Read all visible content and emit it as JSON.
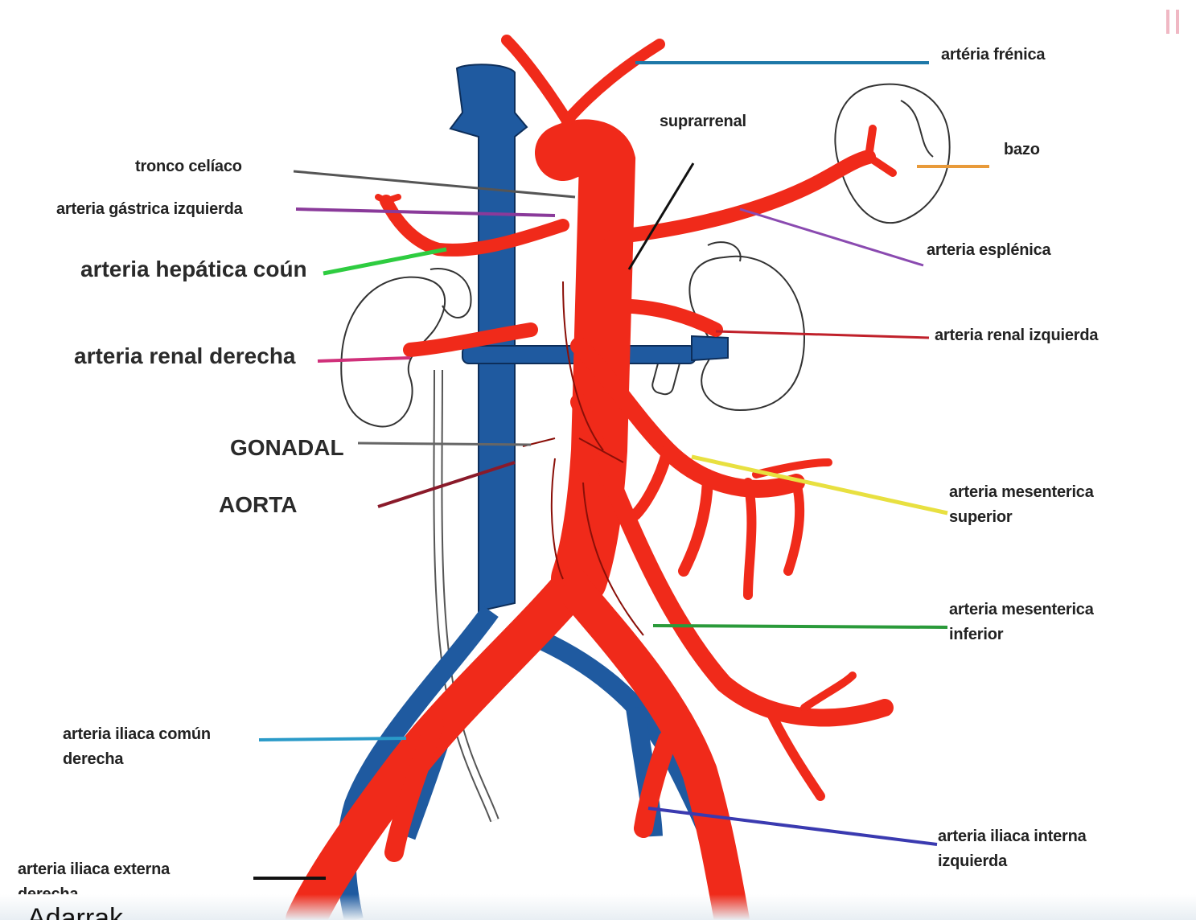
{
  "labels": {
    "arteria_frenica": "artéria frénica",
    "suprarrenal": "suprarrenal",
    "bazo": "bazo",
    "tronco_celiaco": "tronco celíaco",
    "arteria_gastrica_izquierda": "arteria gástrica izquierda",
    "arteria_hepatica_comun": "arteria hepática coún",
    "arteria_esplenica": "arteria esplénica",
    "arteria_renal_izquierda": "arteria renal izquierda",
    "arteria_renal_derecha": "arteria renal derecha",
    "gonadal": "GONADAL",
    "aorta": "AORTA",
    "arteria_mesenterica_superior": "arteria mesenterica superior",
    "arteria_mesenterica_inferior": "arteria mesenterica inferior",
    "arteria_iliaca_comun_derecha": "arteria iliaca común derecha",
    "arteria_iliaca_interna_izquierda": "arteria iliaca interna izquierda",
    "arteria_iliaca_externa_derecha": "arteria iliaca externa derecha",
    "caption_fragment": "Adarrak"
  },
  "colors": {
    "artery": "#f02a1a",
    "artery_outline": "#8a0f08",
    "vein": "#1f5aa0",
    "vein_outline": "#0d2e5a",
    "leader_frenica": "#1e78a8",
    "leader_suprarrenal": "#111111",
    "leader_bazo": "#e89a3a",
    "leader_tronco": "#666666",
    "leader_gastrica": "#8a3a9a",
    "leader_hepatica": "#2ecc40",
    "leader_esplenica": "#8a4ab0",
    "leader_renal_izq": "#c0202a",
    "leader_renal_der": "#d0307a",
    "leader_gonadal": "#666666",
    "leader_aorta": "#8a1a2a",
    "leader_mes_sup": "#e8e040",
    "leader_mes_inf": "#2a9a3a",
    "leader_iliaca_comun": "#2a9ac8",
    "leader_iliaca_interna": "#3a3ab0",
    "leader_iliaca_externa": "#111111"
  }
}
